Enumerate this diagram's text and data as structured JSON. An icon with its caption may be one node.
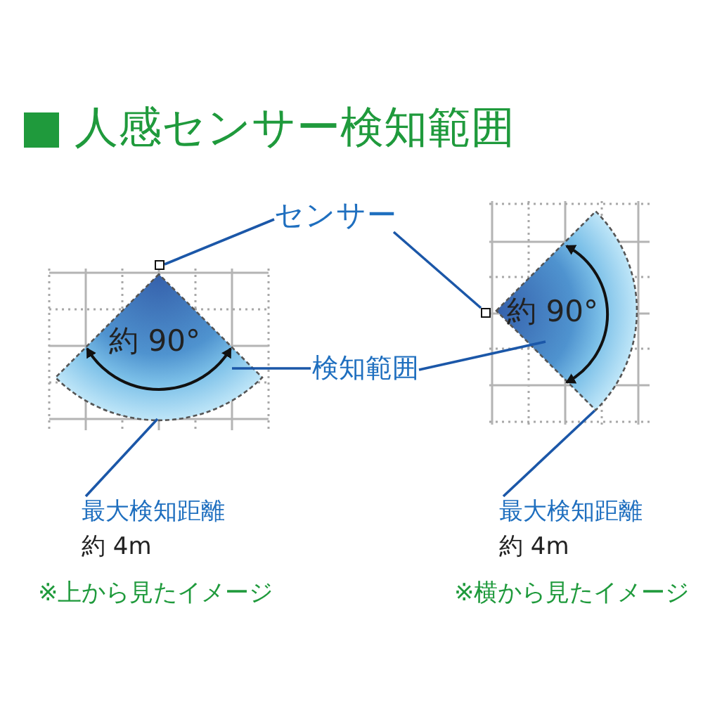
{
  "diagram": {
    "title": "人感センサー検知範囲",
    "nodes": [
      {
        "text": [
          "センサー"
        ]
      },
      {
        "text": [],
        "shape": "box"
      },
      {
        "text": [],
        "shape": "box"
      },
      {
        "text": [
          "検知範囲"
        ]
      },
      {
        "text": [
          "約 90°"
        ]
      },
      {
        "text": [
          "約 90°"
        ]
      },
      {
        "text": [
          "最大検知距離",
          "約 4m"
        ]
      },
      {
        "text": [
          "最大検知距離",
          "約 4m"
        ]
      }
    ],
    "edges": [
      {
        "from": 0,
        "to": 1,
        "arrow": "none"
      },
      {
        "from": 0,
        "to": 2,
        "arrow": "none"
      },
      {
        "from": 3,
        "to": 4,
        "arrow": "none"
      },
      {
        "from": 3,
        "to": 5,
        "arrow": "none"
      },
      {
        "from": 6,
        "to": 4,
        "arrow": "none"
      },
      {
        "from": 7,
        "to": 5,
        "arrow": "none"
      }
    ],
    "labels": [
      "※上から見たイメージ",
      "※横から見たイメージ"
    ]
  }
}
